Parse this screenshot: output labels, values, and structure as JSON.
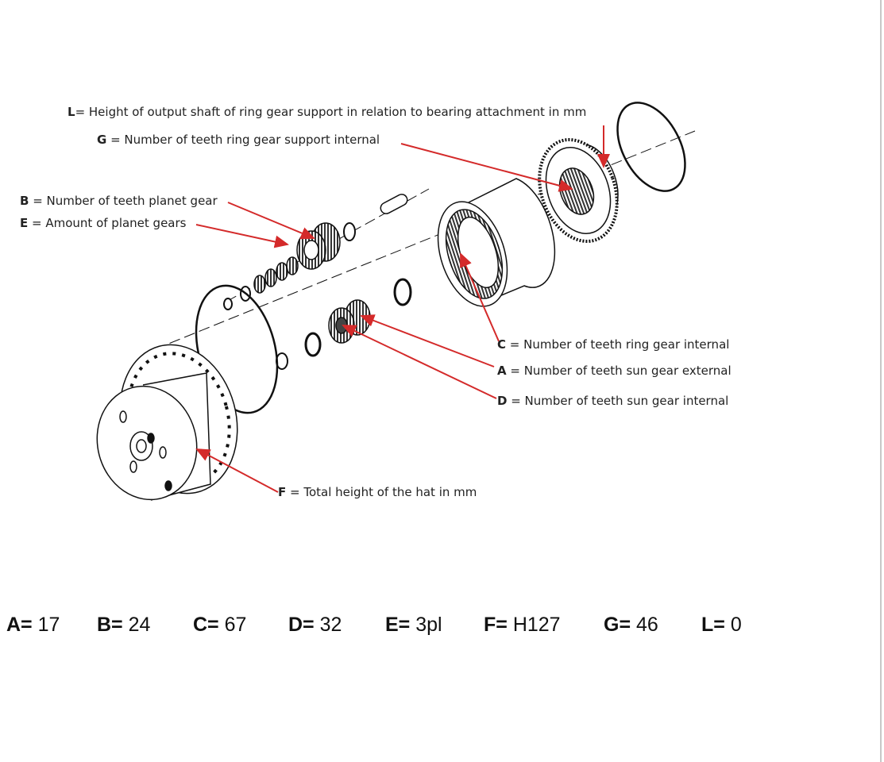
{
  "labels": {
    "L": {
      "key": "L",
      "text": "= Height of output shaft of ring gear support in relation to bearing attachment in mm"
    },
    "G": {
      "key": "G",
      "text": " = Number of teeth ring gear support internal"
    },
    "B": {
      "key": "B",
      "text": " = Number of teeth planet gear"
    },
    "E": {
      "key": "E",
      "text": " = Amount of planet gears"
    },
    "C": {
      "key": "C",
      "text": " = Number of teeth ring gear internal"
    },
    "A": {
      "key": "A",
      "text": " = Number of teeth sun gear external"
    },
    "D": {
      "key": "D",
      "text": " = Number of teeth sun gear internal"
    },
    "F": {
      "key": "F",
      "text": " = Total height of the hat in mm"
    }
  },
  "values": [
    {
      "key": "A=",
      "value": " 17"
    },
    {
      "key": "B=",
      "value": " 24"
    },
    {
      "key": "C=",
      "value": " 67"
    },
    {
      "key": "D=",
      "value": " 32"
    },
    {
      "key": "E=",
      "value": " 3pl"
    },
    {
      "key": "F=",
      "value": " H127"
    },
    {
      "key": "G=",
      "value": " 46"
    },
    {
      "key": "L=",
      "value": " 0"
    }
  ],
  "colors": {
    "arrow": "#d42a2a",
    "line": "#111111"
  }
}
